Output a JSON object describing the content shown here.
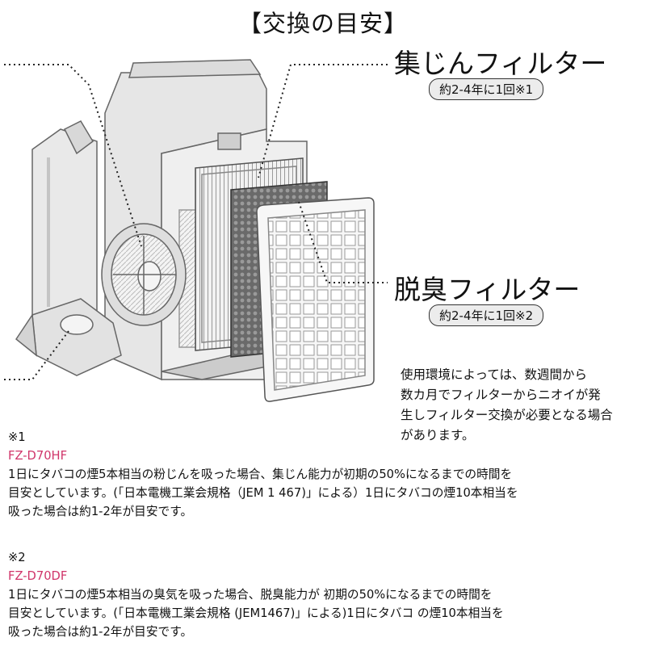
{
  "title": "【交換の目安】",
  "dust_filter": {
    "name": "集じんフィルター",
    "badge": "約2-4年に1回※1"
  },
  "deodor_filter": {
    "name": "脱臭フィルター",
    "badge": "約2-4年に1回※2"
  },
  "usage_note": [
    "使用環境によっては、数週間から",
    "数カ月でフィルターからニオイが発",
    "生しフィルター交換が必要となる場合",
    "があります。"
  ],
  "footnote1": {
    "mark": "※1",
    "model": "FZ-D70HF",
    "lines": [
      "1日にタバコの煙5本相当の粉じんを吸った場合、集じん能力が初期の50%になるまでの時間を",
      "目安としています。(「日本電機工業会規格（JEM 1 467)」による）1日にタバコの煙10本相当を",
      "吸った場合は約1-2年が目安です。"
    ]
  },
  "footnote2": {
    "mark": "※2",
    "model": "FZ-D70DF",
    "lines": [
      "1日にタバコの煙5本相当の臭気を吸った場合、脱臭能力が 初期の50%になるまでの時間を",
      "目安としています。(「日本電機工業会規格 (JEM1467)」による)1日にタバコ の煙10本相当を",
      "吸った場合は約1-2年が目安です。"
    ]
  },
  "colors": {
    "model_text": "#d0356a",
    "text": "#111111",
    "badge_bg": "#ececec"
  }
}
